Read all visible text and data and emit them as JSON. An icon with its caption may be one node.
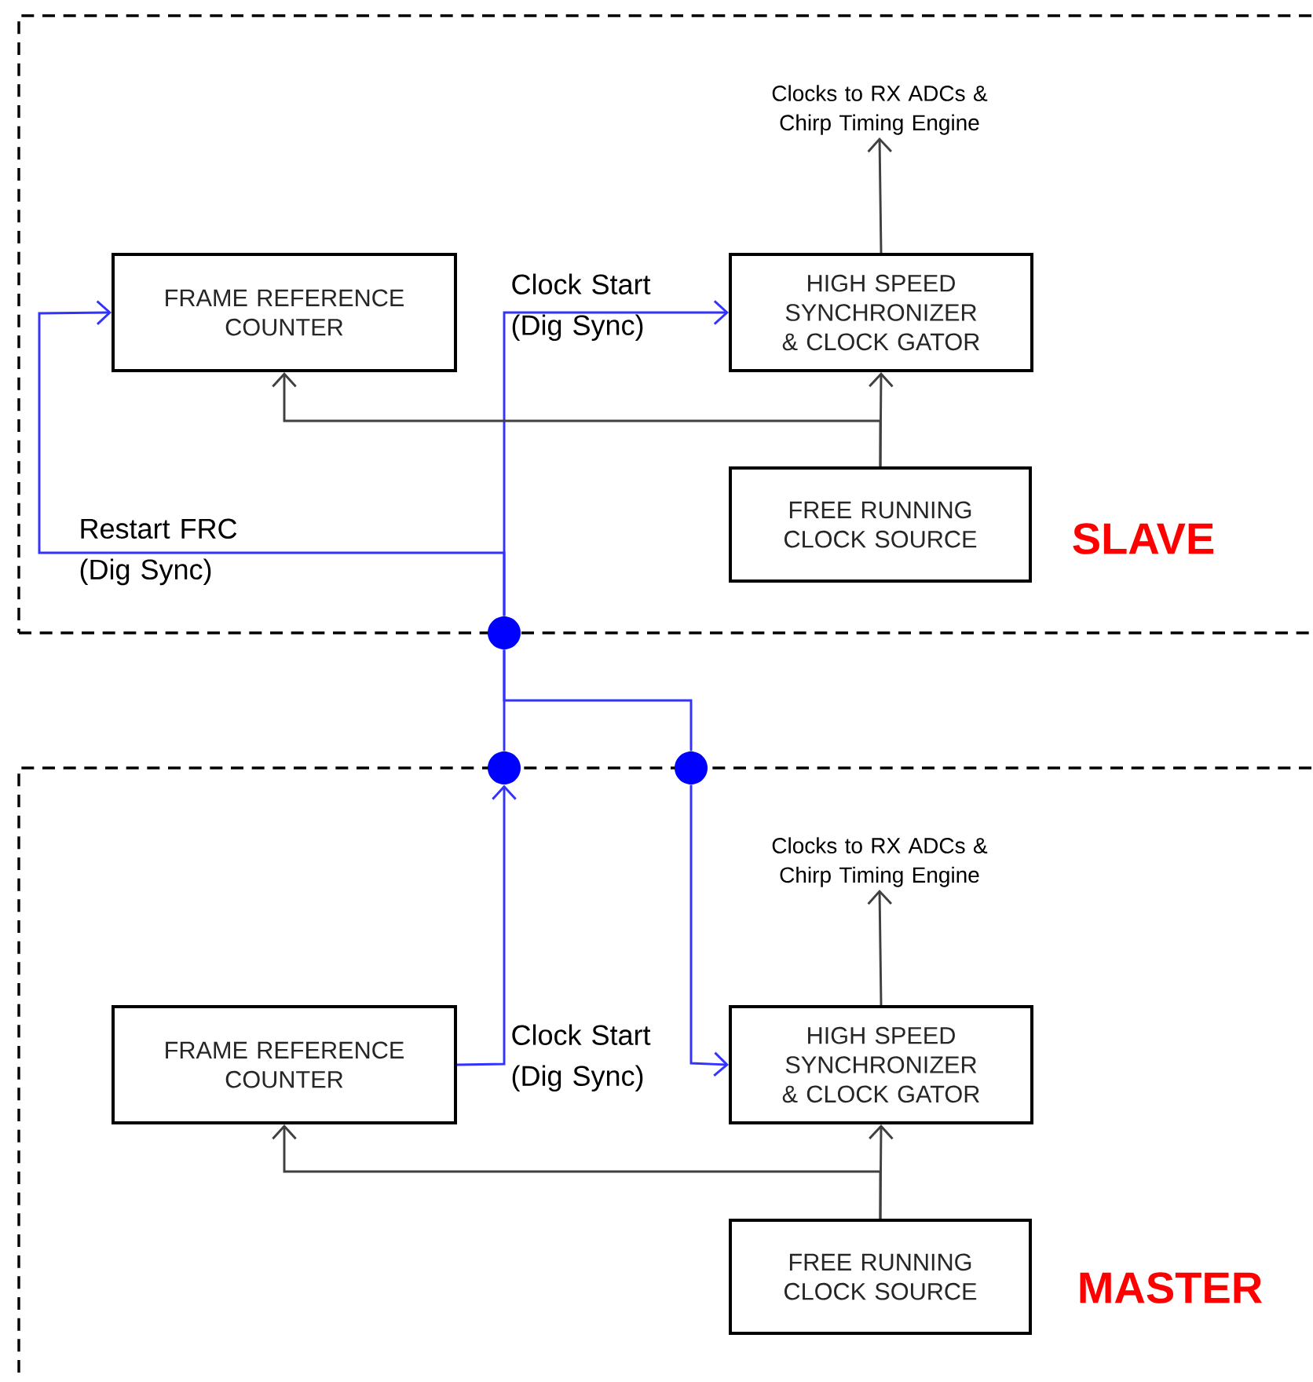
{
  "diagram": {
    "nodes": [
      {
        "text": [
          "SLAVE"
        ]
      },
      {
        "text": [
          "FRAME REFERENCE COUNTER"
        ],
        "in": 0
      },
      {
        "text": [
          "HIGH SPEED SYNCHRONIZER & CLOCK GATOR"
        ],
        "in": 0
      },
      {
        "text": [
          "FREE RUNNING CLOCK SOURCE"
        ],
        "in": 0
      },
      {
        "text": [
          "Clocks to RX ADCs & Chirp Timing Engine"
        ],
        "in": 0
      },
      {
        "text": [
          "MASTER"
        ]
      },
      {
        "text": [
          "FRAME REFERENCE COUNTER"
        ],
        "in": 5
      },
      {
        "text": [
          "HIGH SPEED SYNCHRONIZER & CLOCK GATOR"
        ],
        "in": 5
      },
      {
        "text": [
          "FREE RUNNING CLOCK SOURCE"
        ],
        "in": 5
      },
      {
        "text": [
          "Clocks to RX ADCs & Chirp Timing Engine"
        ],
        "in": 5
      },
      {
        "text": [],
        "shape": "circle"
      },
      {
        "text": [],
        "shape": "circle"
      },
      {
        "text": [],
        "shape": "circle"
      }
    ],
    "edges": [
      {
        "from": 10,
        "to": 1,
        "arrow": "to",
        "label": "Restart FRC (Dig Sync)",
        "color": "#3333ff"
      },
      {
        "from": 10,
        "to": 2,
        "arrow": "to",
        "label": "Clock Start (Dig Sync)",
        "color": "#3333ff"
      },
      {
        "from": 3,
        "to": 2,
        "arrow": "to",
        "color": "#404040"
      },
      {
        "from": 3,
        "to": 1,
        "arrow": "to",
        "color": "#404040"
      },
      {
        "from": 2,
        "to": 4,
        "arrow": "to",
        "color": "#404040"
      },
      {
        "from": 11,
        "to": 10,
        "arrow": "none",
        "color": "#3333ff"
      },
      {
        "from": 12,
        "to": 10,
        "arrow": "none",
        "color": "#3333ff"
      },
      {
        "from": 6,
        "to": 11,
        "arrow": "to",
        "label": "Clock Start (Dig Sync)",
        "color": "#3333ff"
      },
      {
        "from": 12,
        "to": 7,
        "arrow": "to",
        "color": "#3333ff"
      },
      {
        "from": 8,
        "to": 7,
        "arrow": "to",
        "color": "#404040"
      },
      {
        "from": 8,
        "to": 6,
        "arrow": "to",
        "color": "#404040"
      },
      {
        "from": 7,
        "to": 9,
        "arrow": "to",
        "color": "#404040"
      }
    ]
  }
}
